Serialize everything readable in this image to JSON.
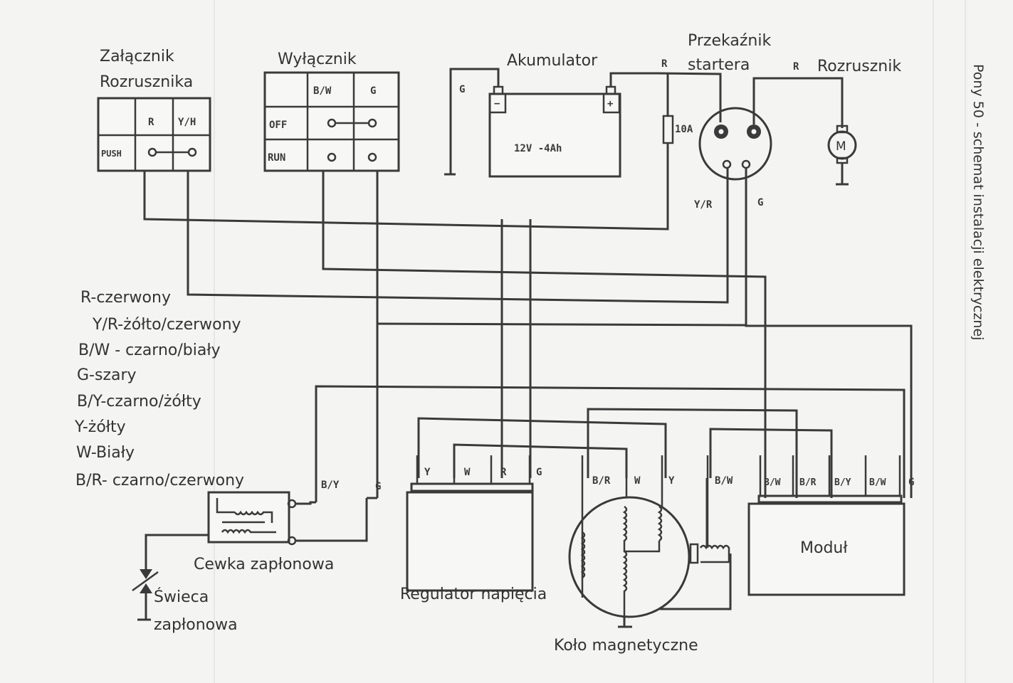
{
  "title": "Pony 50 - schemat instalacji elektrycznej",
  "components": {
    "starter_switch": {
      "label_line1": "Załącznik",
      "label_line2": "Rozrusznika",
      "col1": "R",
      "col2": "Y/H",
      "row1": "PUSH"
    },
    "ignition_switch": {
      "label": "Wyłącznik",
      "col1": "B/W",
      "col2": "G",
      "row1": "OFF",
      "row2": "RUN"
    },
    "battery": {
      "label": "Akumulator",
      "rating": "12V -4Ah",
      "neg": "−",
      "pos": "+",
      "ground_wire": "G"
    },
    "starter_relay": {
      "label_line1": "Przekaźnik",
      "label_line2": "startera",
      "wire_in": "R",
      "fuse": "10A",
      "wire_yr": "Y/R",
      "wire_g": "G"
    },
    "starter_motor": {
      "label": "Rozrusznik",
      "wire": "R",
      "symbol": "M"
    },
    "ignition_coil": {
      "label": "Cewka zapłonowa",
      "wire1": "B/Y",
      "wire2": "G"
    },
    "spark_plug": {
      "label_line1": "Świeca",
      "label_line2": "zapłonowa"
    },
    "regulator": {
      "label": "Regulator napięcia",
      "pins": [
        "Y",
        "W",
        "R",
        "G"
      ]
    },
    "magneto": {
      "label": "Koło magnetyczne",
      "pins": [
        "B/R",
        "W",
        "Y"
      ],
      "pickup_wire": "B/W"
    },
    "module": {
      "label": "Moduł",
      "pins": [
        "B/W",
        "B/R",
        "B/Y",
        "B/W",
        "G"
      ]
    }
  },
  "legend": [
    "R-czerwony",
    "Y/R-żółto/czerwony",
    "B/W - czarno/biały",
    "G-szary",
    "B/Y-czarno/żółty",
    "Y-żółty",
    "W-Biały",
    "B/R- czarno/czerwony"
  ]
}
